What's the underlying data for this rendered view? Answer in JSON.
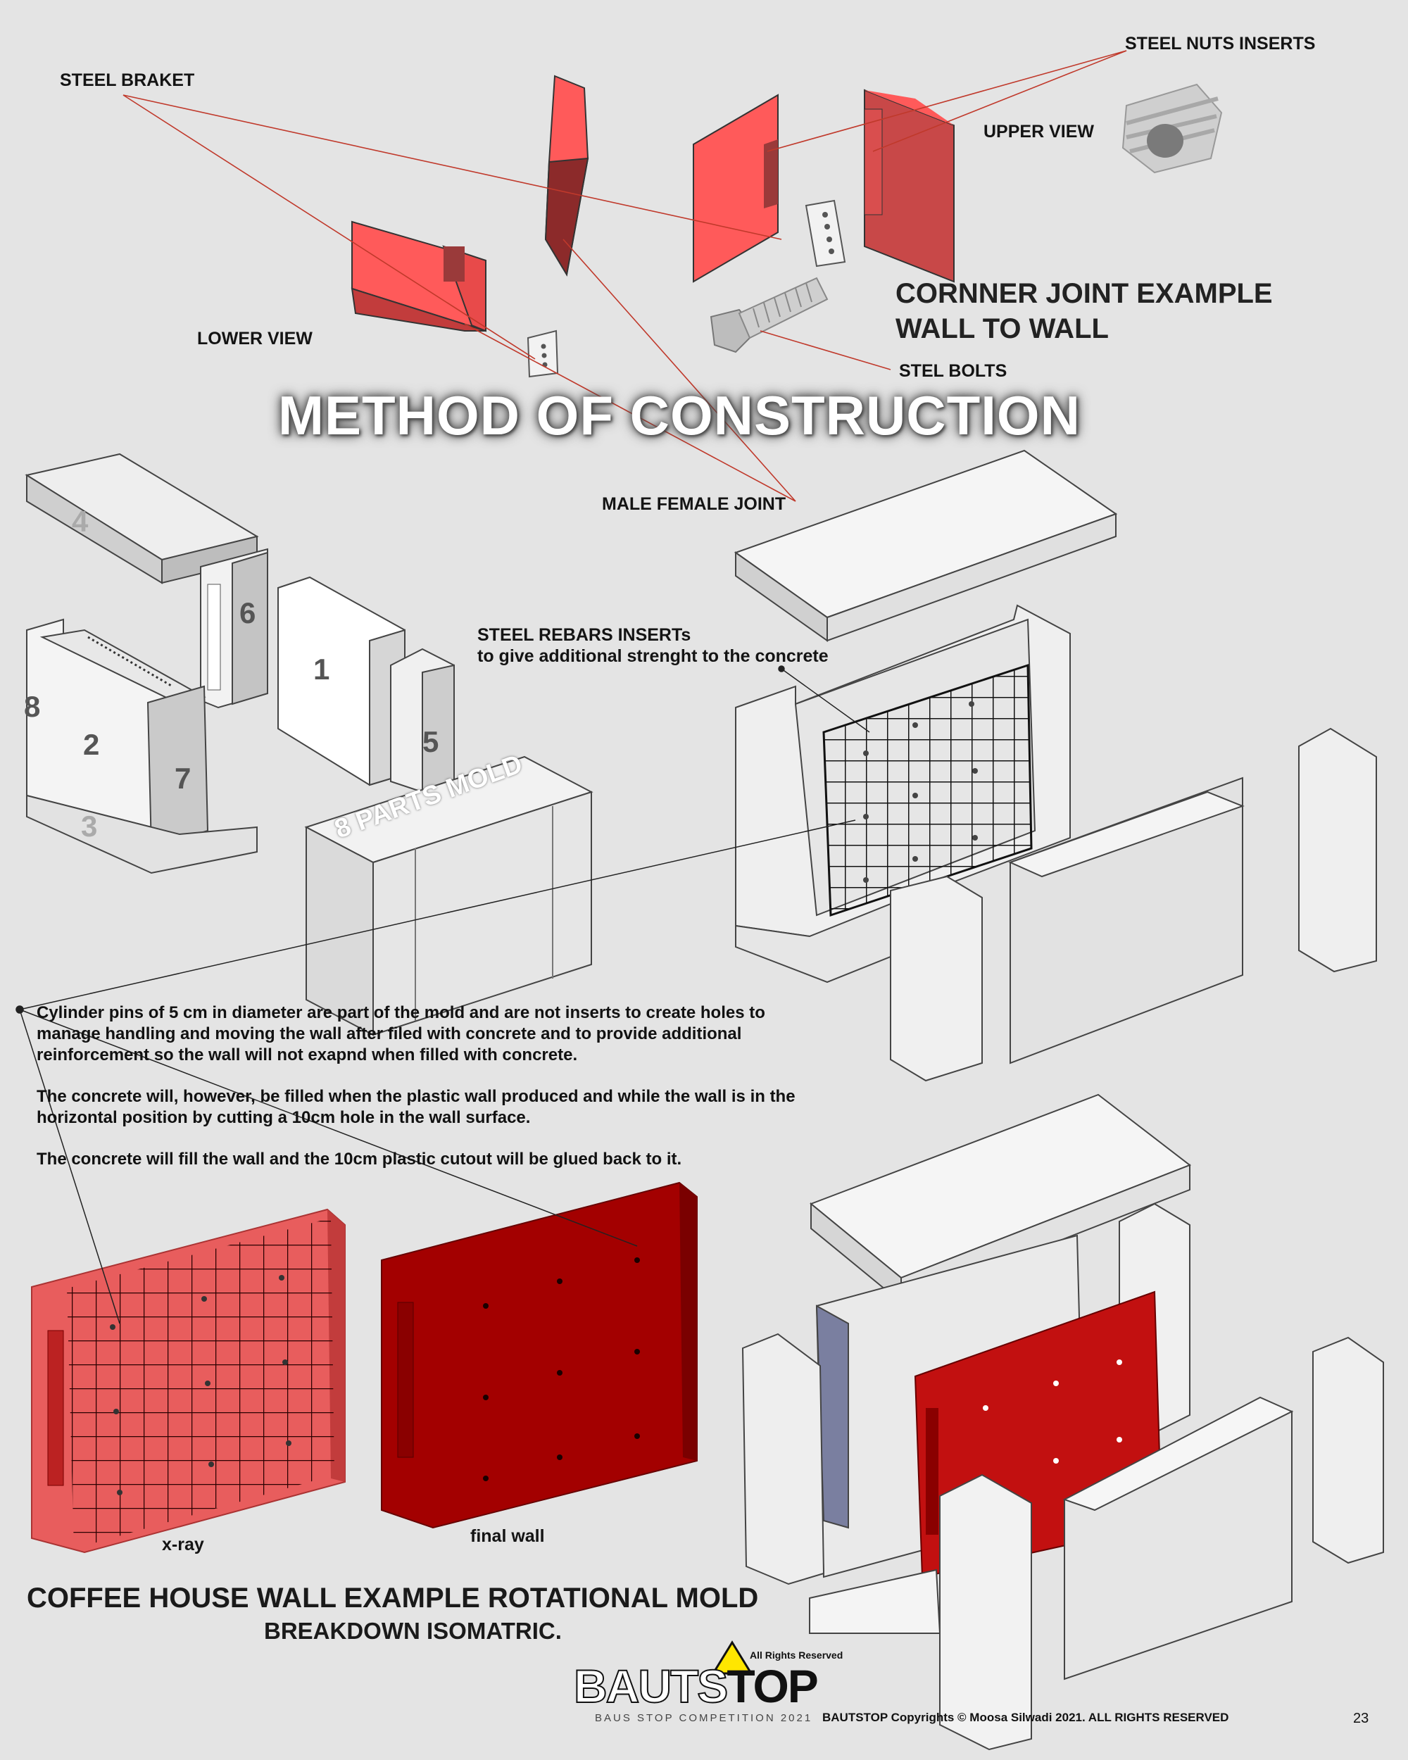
{
  "labels": {
    "steel_braket": "STEEL BRAKET",
    "steel_nuts_inserts": "STEEL NUTS INSERTS",
    "upper_view": "UPPER VIEW",
    "lower_view": "LOWER VIEW",
    "stel_bolts": "STEL BOLTS",
    "male_female_joint": "MALE FEMALE JOINT",
    "steel_rebars_inserts": "STEEL REBARS INSERTs",
    "rebars_sub": "to give additional strenght to the concrete",
    "xray": "x-ray",
    "final_wall": "final wall"
  },
  "corner_title": {
    "line1": "CORNNER JOINT EXAMPLE",
    "line2": "WALL TO WALL"
  },
  "main_title": "METHOD OF CONSTRUCTION",
  "mold_label": "8 PARTS MOLD",
  "part_numbers": [
    "1",
    "2",
    "3",
    "4",
    "5",
    "6",
    "7",
    "8"
  ],
  "notes": {
    "p1": "Cylinder pins of 5 cm in diameter are part of the mold and are not inserts to create holes to manage handling and moving the wall after filed with concrete and to provide additional reinforcement so the wall will not exapnd when filled with concrete.",
    "p2": "The concrete will, however, be filled when the plastic wall produced and while the wall is in the horizontal position by cutting a 10cm hole in the wall surface.",
    "p3": "The concrete will fill the wall and the 10cm plastic cutout will be glued back to it."
  },
  "footer": {
    "title": "COFFEE HOUSE WALL EXAMPLE ROTATIONAL MOLD",
    "subtitle": "BREAKDOWN ISOMATRIC.",
    "rights": "All Rights Reserved",
    "logo_a": "BAUTS",
    "logo_b": "TO",
    "logo_c": "P",
    "logo_sub": "BAUS STOP COMPETITION 2021",
    "copyright": "BAUTSTOP Copyrights © Moosa Silwadi 2021. ALL RIGHTS RESERVED",
    "page": "23"
  },
  "colors": {
    "background": "#e4e4e4",
    "wall_red": "#ff5c5c",
    "final_red": "#a30000",
    "mold_grey": "#dcdcdc",
    "leader_line": "#c0392b"
  }
}
